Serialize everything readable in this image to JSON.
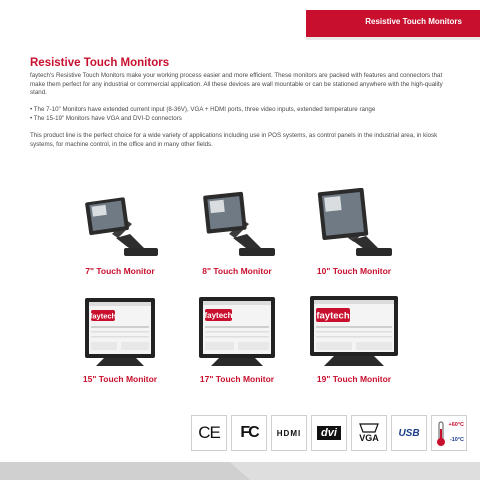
{
  "header": {
    "label": "Resistive Touch Monitors"
  },
  "content": {
    "title": "Resistive Touch Monitors",
    "intro": "faytech's Resistive Touch Monitors make your working process easier and more efficient. These monitors are packed with features and connectors that make them perfect for any industrial or commercial application. All these devices are wall mountable or can be stationed anywhere with the high-quality stand.",
    "bullets": [
      "• The 7-10\" Monitors have extended current input (8-36V), VGA + HDMI ports, three video inputs, extended temperature range",
      "• The 15-19\" Monitors have VGA and DVI-D connectors"
    ],
    "closing": "This product line is the perfect choice for a wide variety of applications including use in POS systems, as control panels in the industrial area, in kiosk systems, for machine control, in the office and in many other fields."
  },
  "products": [
    {
      "label": "7\" Touch Monitor"
    },
    {
      "label": "8\" Touch Monitor"
    },
    {
      "label": "10\" Touch Monitor"
    },
    {
      "label": "15\" Touch Monitor",
      "screen_logo": "faytech"
    },
    {
      "label": "17\" Touch Monitor",
      "screen_logo": "faytech"
    },
    {
      "label": "19\" Touch Monitor",
      "screen_logo": "faytech"
    }
  ],
  "certifications": [
    {
      "text": "CE",
      "icon": "ce-mark-icon"
    },
    {
      "text": "FC",
      "icon": "fcc-mark-icon"
    },
    {
      "text": "HDMI",
      "icon": "hdmi-icon"
    },
    {
      "text": "dvi",
      "icon": "dvi-icon"
    },
    {
      "text": "VGA",
      "icon": "vga-icon"
    },
    {
      "text": "USB",
      "icon": "usb-icon"
    },
    {
      "high": "+60°C",
      "low": "-10°C",
      "icon": "thermometer-icon"
    }
  ],
  "colors": {
    "brand": "#c8102e",
    "text": "#4a4a4a"
  }
}
